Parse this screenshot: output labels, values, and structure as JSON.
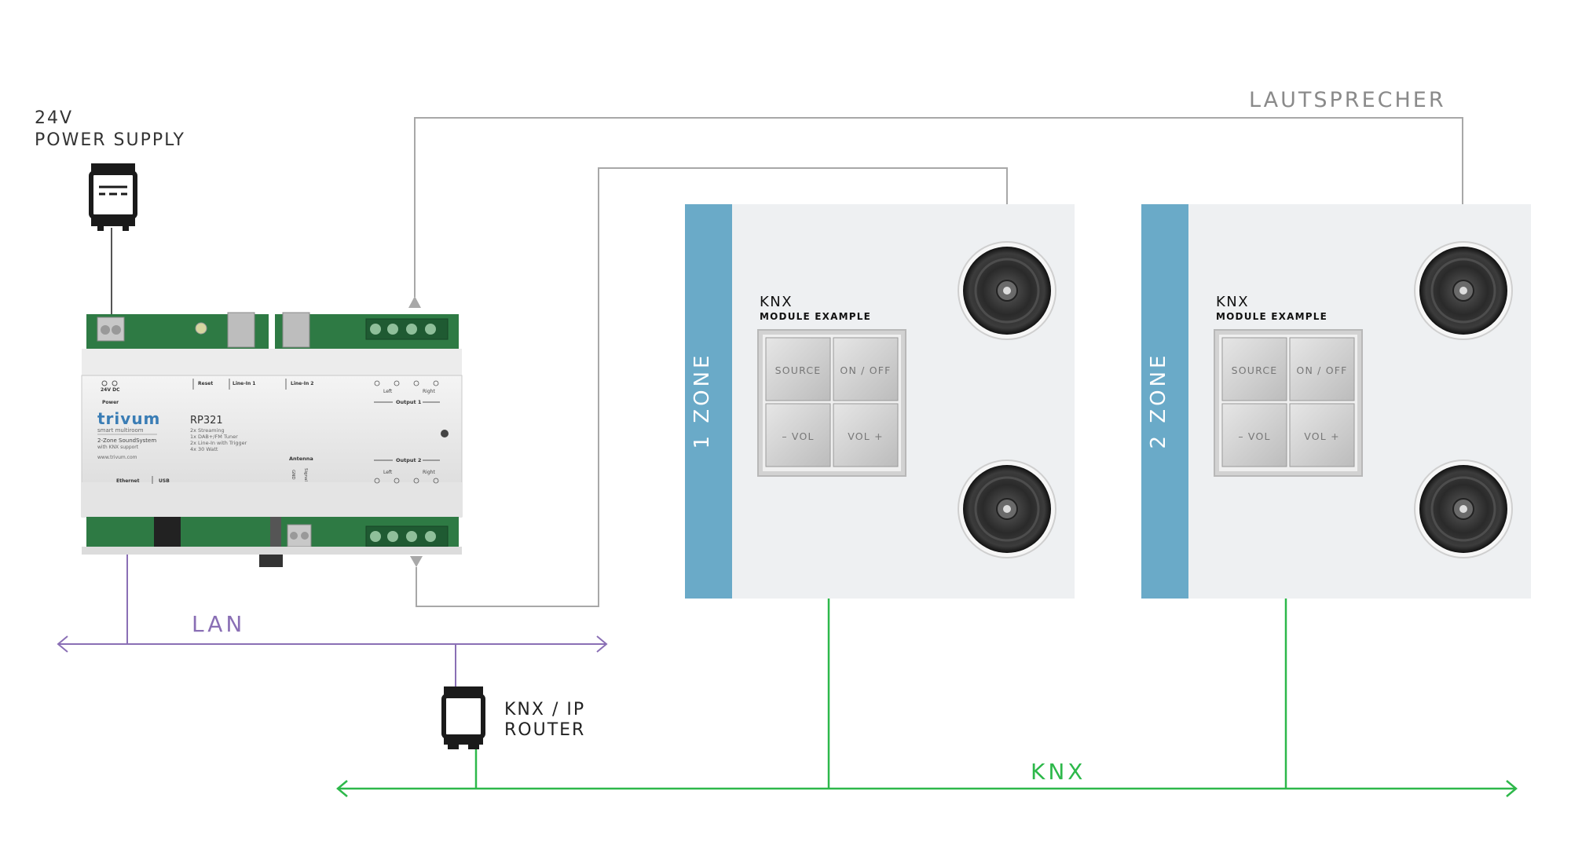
{
  "labels": {
    "power_supply_line1": "24V",
    "power_supply_line2": "POWER SUPPLY",
    "speakers_bus": "LAUTSPRECHER",
    "lan": "LAN",
    "knx_bus": "KNX",
    "router_line1": "KNX / IP",
    "router_line2": "ROUTER"
  },
  "device": {
    "brand": "trivum",
    "brand_sub": "smart multiroom",
    "model": "RP321",
    "desc_lines": [
      "2-Zone SoundSystem",
      "with KNX support",
      "www.trivum.com"
    ],
    "features": [
      "2x Streaming",
      "1x DAB+/FM Tuner",
      "2x Line-In with Trigger",
      "4x 30 Watt"
    ],
    "port_labels": {
      "dc": "24V DC",
      "power": "Power",
      "reset": "Reset",
      "line_in_1": "Line-In 1",
      "line_in_2": "Line-In 2",
      "output_1": "Output 1",
      "output_2": "Output 2",
      "left": "Left",
      "right": "Right",
      "antenna": "Antenna",
      "gnd": "GND",
      "signal": "Signal",
      "ethernet": "Ethernet",
      "usb": "USB"
    }
  },
  "zones": [
    {
      "label": "1 ZONE",
      "module_title": "KNX",
      "module_subtitle": "MODULE EXAMPLE",
      "buttons": [
        "SOURCE",
        "ON / OFF",
        "– VOL",
        "VOL +"
      ]
    },
    {
      "label": "2 ZONE",
      "module_title": "KNX",
      "module_subtitle": "MODULE EXAMPLE",
      "buttons": [
        "SOURCE",
        "ON / OFF",
        "– VOL",
        "VOL +"
      ]
    }
  ],
  "colors": {
    "lan": "#8a6fb5",
    "knx": "#2db84a",
    "speaker_wire": "#a8a8a8",
    "zone_bar": "#6aaac8",
    "zone_panel": "#eef0f2",
    "label_gray": "#8a8a8a",
    "icon": "#1a1a1a"
  }
}
